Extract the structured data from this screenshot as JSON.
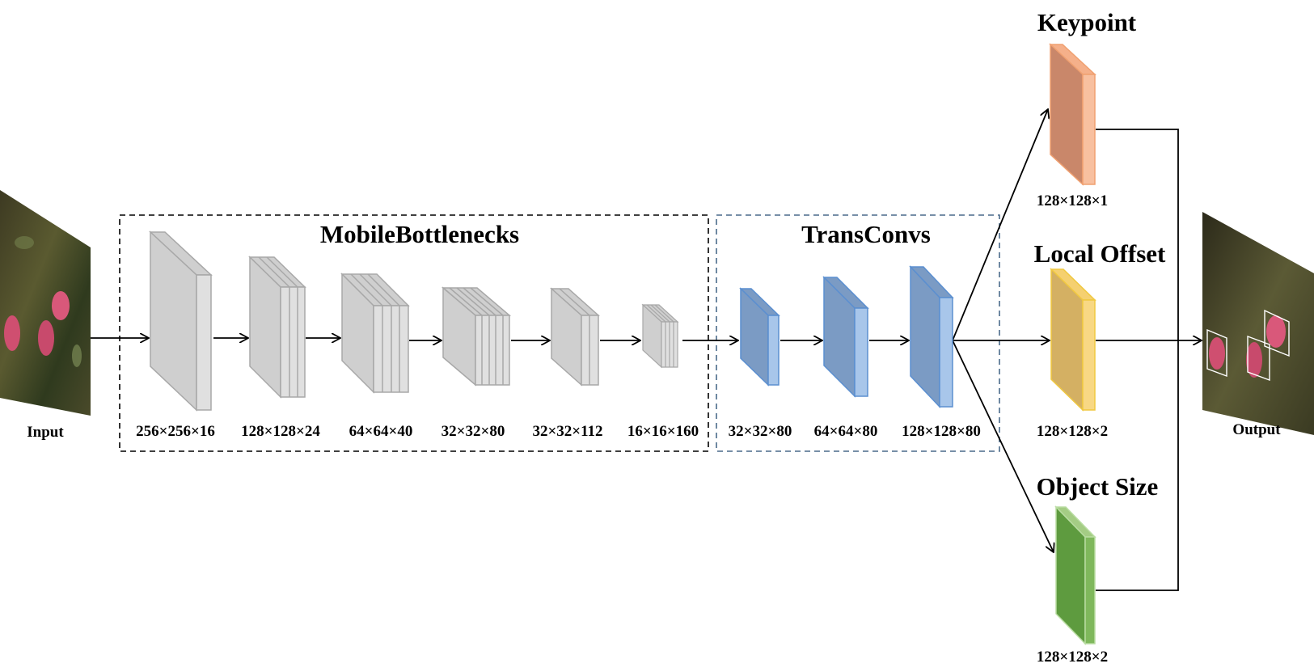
{
  "input": {
    "label": "Input"
  },
  "output": {
    "label": "Output"
  },
  "groups": {
    "mobile_bottlenecks": {
      "title": "MobileBottlenecks"
    },
    "trans_convs": {
      "title": "TransConvs"
    }
  },
  "encoder_layers": [
    {
      "dims": "256×256×16"
    },
    {
      "dims": "128×128×24"
    },
    {
      "dims": "64×64×40"
    },
    {
      "dims": "32×32×80"
    },
    {
      "dims": "32×32×112"
    },
    {
      "dims": "16×16×160"
    }
  ],
  "decoder_layers": [
    {
      "dims": "32×32×80"
    },
    {
      "dims": "64×64×80"
    },
    {
      "dims": "128×128×80"
    }
  ],
  "heads": {
    "keypoint": {
      "title": "Keypoint",
      "dims": "128×128×1",
      "color": "#c9876a"
    },
    "local_offset": {
      "title": "Local Offset",
      "dims": "128×128×2",
      "color": "#d4b063"
    },
    "object_size": {
      "title": "Object Size",
      "dims": "128×128×2",
      "color": "#5e9b3f"
    }
  },
  "colors": {
    "encoder_block": "#cfcfcf",
    "decoder_block": "#7b9bc4",
    "mobile_box_border": "#000000",
    "trans_box_border": "#4a6a8a"
  }
}
